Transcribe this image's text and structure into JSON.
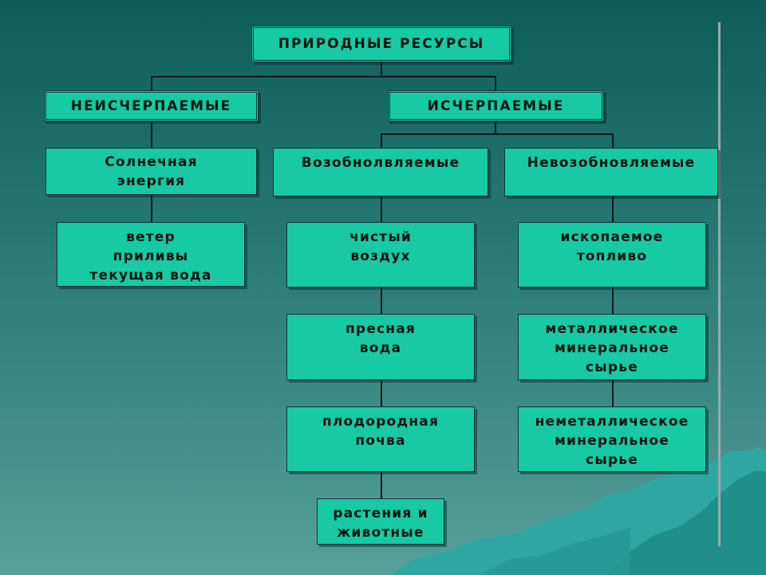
{
  "root": "ПРИРОДНЫЕ РЕСУРСЫ",
  "categories": {
    "inexhaustible": "НЕИСЧЕРПАЕМЫЕ",
    "exhaustible": "ИСЧЕРПАЕМЫЕ"
  },
  "subcategories": {
    "renewable": "Возобнолвляемые",
    "nonrenewable": "Невозобновляемые"
  },
  "nodes": {
    "solar": "Солнечная\nэнергия",
    "wind": "ветер\nприливы\nтекущая вода",
    "clean_air": "чистый\nвоздух",
    "fresh_water": "пресная\nвода",
    "fertile_soil": "плодородная\nпочва",
    "plants_animals": "растения и\nживотные",
    "fossil_fuel": "ископаемое\nтопливо",
    "metallic": "металлическое\nминеральное\nсырье",
    "nonmetallic": "неметаллическое\nминеральное\nсырье"
  },
  "colors": {
    "box_fill": "#17c9a4",
    "background": "#237471",
    "mountains": "#2ea7a3"
  }
}
